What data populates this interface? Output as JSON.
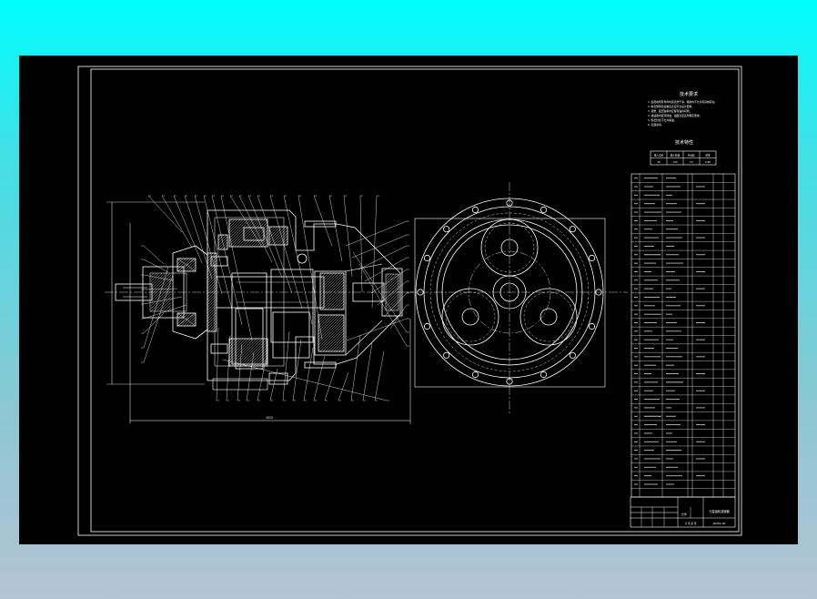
{
  "colors": {
    "page_top": "#00fdfd",
    "page_bottom": "#b4c4d4",
    "canvas": "#000000",
    "lines": "#ffffff",
    "hidden_lines": "#dddddd"
  },
  "drawing": {
    "technical_requirements_title": "技术要求",
    "technical_requirements": [
      "1. 装配前所有零件均需清洗干净，箱体内不允许有杂物存在。",
      "2. 啮合侧隙及接触斑点应符合设计要求。",
      "3. 调整、固定轴承时应留有轴向间隙。",
      "4. 减速器内装润滑油，油面高度达到规定要求。",
      "5. 各密封处不允许漏油。",
      "6. 表面涂漆。"
    ],
    "technical_characteristics_title": "技术特性",
    "spec_table": {
      "headers": [
        "输入功率",
        "输入转速",
        "传动比",
        "效率"
      ],
      "values": [
        "30",
        "740",
        "5.5",
        "0.96"
      ]
    },
    "bom_rows_count": 38,
    "title_block": {
      "drawing_name": "行星齿轮减速器",
      "drawing_number": "JSQ01-00",
      "scale_label": "比例",
      "sheet_label": "共 张 第 张"
    },
    "overall_dimension": "1015"
  }
}
